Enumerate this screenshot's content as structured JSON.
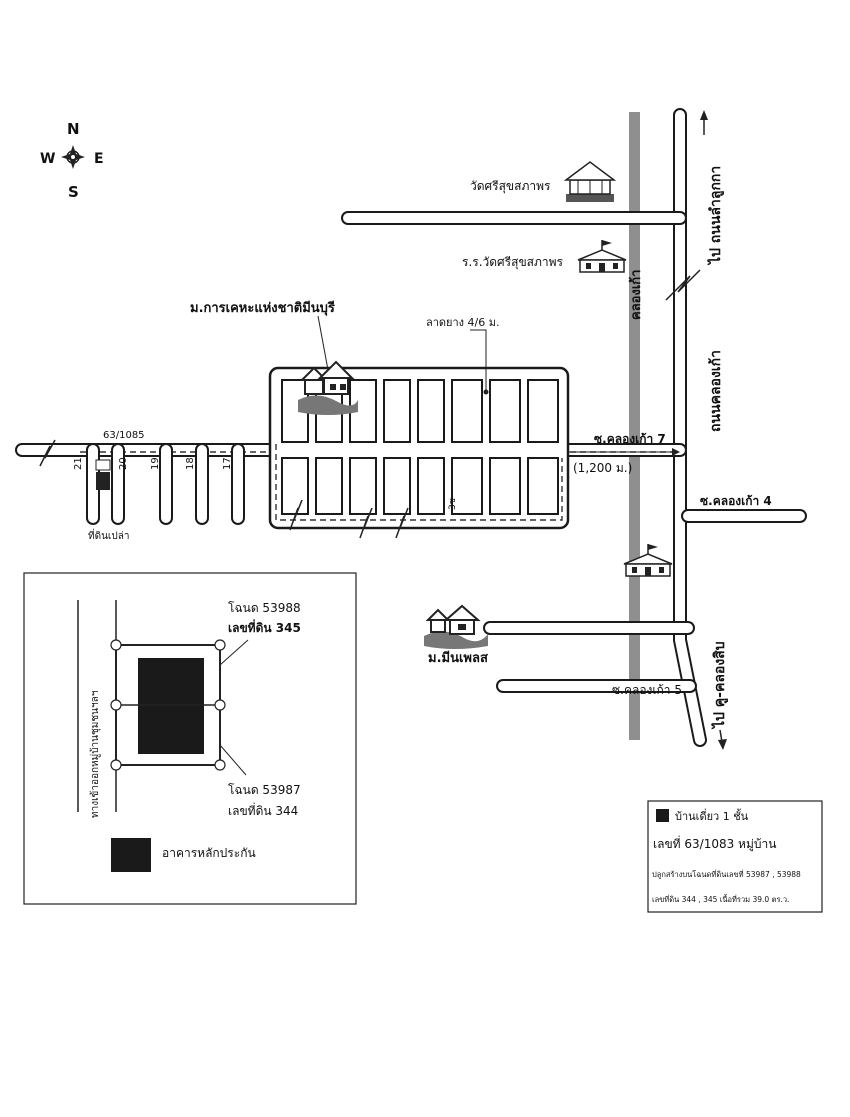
{
  "compass": {
    "n": "N",
    "s": "S",
    "e": "E",
    "w": "W"
  },
  "places": {
    "temple": "วัดศรีสุขสภาพร",
    "school": "ร.ร.วัดศรีสุขสภาพร",
    "nha_village": "ม.การเคหะแห่งชาติมีนบุรี",
    "min_place": "ม.มีนเพลส",
    "canal": "คลองเก้า",
    "road_lumlukka": "ไป ถนนลำลูกกา",
    "road_khlong_kao": "ถนนคลองเก้า",
    "road_khu_khlong_sip": "ไป คู-คลองสิบ",
    "soi_7": "ซ.คลองเก้า 7",
    "soi_4": "ซ.คลองเก้า 4",
    "soi_5": "ซ.คลองเก้า 5",
    "distance": "(1,200 ม.)",
    "paved": "ลาดยาง 4/6 ม.",
    "house_no": "63/1085",
    "vacant_land": "ที่ดินเปล่า",
    "soi_3": "3ซ",
    "lanes": [
      "21",
      "20",
      "19",
      "18",
      "17"
    ]
  },
  "inset": {
    "deed_top": "โฉนด 53988",
    "lot_top": "เลขที่ดิน 345",
    "deed_bottom": "โฉนด 53987",
    "lot_bottom": "เลขที่ดิน 344",
    "road_side": "ทางเข้าออกหมู่บ้านชุมชนฯลฯ",
    "collateral": "อาคารหลักประกัน"
  },
  "legend": {
    "type": "บ้านเดี่ยว 1 ชั้น",
    "address": "เลขที่ 63/1083 หมู่บ้าน",
    "deeds": "ปลูกสร้างบนโฉนดที่ดินเลขที่ 53987 , 53988",
    "area": "เลขที่ดิน 344 , 345  เนื้อที่รวม 39.0 ตร.ว."
  }
}
